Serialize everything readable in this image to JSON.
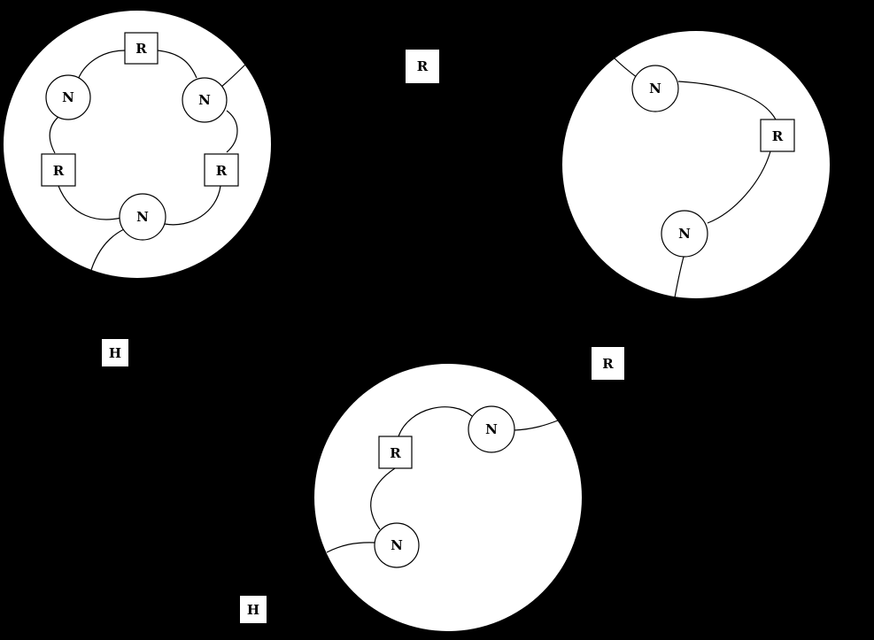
{
  "colors": {
    "background": "#000000",
    "region_fill": "#ffffff",
    "stroke": "#000000",
    "text": "#000000"
  },
  "clusters": [
    {
      "name": "top-left",
      "nodes": [
        {
          "kind": "router",
          "label": "R"
        },
        {
          "kind": "node",
          "label": "N"
        },
        {
          "kind": "node",
          "label": "N"
        },
        {
          "kind": "router",
          "label": "R"
        },
        {
          "kind": "router",
          "label": "R"
        },
        {
          "kind": "node",
          "label": "N"
        }
      ]
    },
    {
      "name": "top-right",
      "nodes": [
        {
          "kind": "node",
          "label": "N"
        },
        {
          "kind": "router",
          "label": "R"
        },
        {
          "kind": "node",
          "label": "N"
        }
      ]
    },
    {
      "name": "bottom",
      "nodes": [
        {
          "kind": "node",
          "label": "N"
        },
        {
          "kind": "router",
          "label": "R"
        },
        {
          "kind": "node",
          "label": "N"
        }
      ]
    }
  ],
  "free_labels": [
    {
      "kind": "router",
      "label": "R"
    },
    {
      "kind": "router",
      "label": "R"
    },
    {
      "kind": "host",
      "label": "H"
    },
    {
      "kind": "host",
      "label": "H"
    }
  ]
}
